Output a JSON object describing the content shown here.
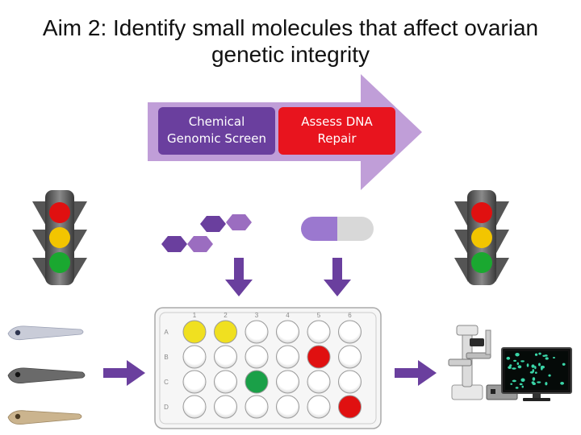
{
  "title": {
    "line1": "Aim 2: Identify small molecules that affect ovarian",
    "line2": "genetic integrity"
  },
  "process_arrow": {
    "color": "#c09ed8",
    "steps": [
      {
        "line1": "Chemical",
        "line2": "Genomic Screen",
        "color": "#6a3f9e"
      },
      {
        "line1": "Assess DNA",
        "line2": "Repair",
        "color": "#e8141e"
      }
    ]
  },
  "plate": {
    "column_labels": [
      "1",
      "2",
      "3",
      "4",
      "5",
      "6"
    ],
    "row_labels": [
      "A",
      "B",
      "C",
      "D"
    ],
    "well_colors": {
      "empty": "#ffffff",
      "yellow": "#f0e020",
      "green": "#1aa048",
      "red": "#e01010"
    },
    "wells": [
      [
        "yellow",
        "yellow",
        "empty",
        "empty",
        "empty",
        "empty"
      ],
      [
        "empty",
        "empty",
        "empty",
        "empty",
        "red",
        "empty"
      ],
      [
        "empty",
        "empty",
        "green",
        "empty",
        "empty",
        "empty"
      ],
      [
        "empty",
        "empty",
        "empty",
        "empty",
        "empty",
        "red"
      ]
    ]
  },
  "colors": {
    "down_arrow": "#6a3f9e",
    "right_arrow": "#6a3f9e",
    "hexagon_dark": "#6a3f9e",
    "hexagon_light": "#9b6dc0",
    "capsule_left": "#9b78cf",
    "capsule_right": "#d8d8d8",
    "traffic_red": "#e01010",
    "traffic_yellow": "#f2c500",
    "traffic_green": "#1aa830",
    "screen_cells": "#3ad6a8"
  },
  "icons": {
    "left_light": "traffic-light-icon",
    "right_light": "traffic-light-icon",
    "molecule": "hexagon-molecule-icon",
    "capsule": "capsule-pill-icon",
    "zebrafish": "zebrafish-larva-icon",
    "microscope": "microscope-workstation-icon"
  }
}
